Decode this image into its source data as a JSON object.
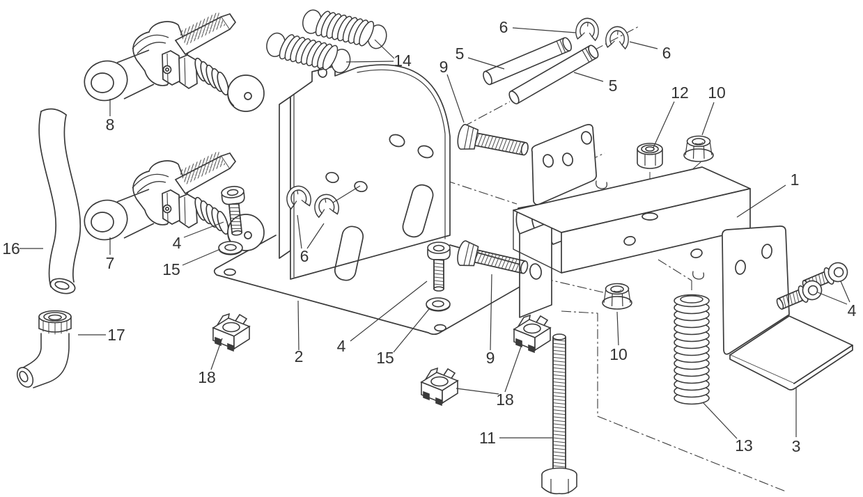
{
  "diagram": {
    "figure_type": "exploded-parts-diagram",
    "colors": {
      "line": "#3a3a3a",
      "label": "#333333",
      "background": "#ffffff"
    },
    "callouts": [
      {
        "part": "main-bracket",
        "label": "1"
      },
      {
        "part": "base-plate-bracket",
        "label": "2"
      },
      {
        "part": "l-bracket",
        "label": "3"
      },
      {
        "part": "socket-screw",
        "label": "4"
      },
      {
        "part": "socket-screw",
        "label": "4"
      },
      {
        "part": "socket-screw-pair",
        "label": "4"
      },
      {
        "part": "pin",
        "label": "5"
      },
      {
        "part": "pin",
        "label": "5"
      },
      {
        "part": "e-clip",
        "label": "6"
      },
      {
        "part": "e-clip",
        "label": "6"
      },
      {
        "part": "e-clip-pair",
        "label": "6"
      },
      {
        "part": "valve-assembly-lower",
        "label": "7"
      },
      {
        "part": "valve-assembly-upper",
        "label": "8"
      },
      {
        "part": "hex-bolt",
        "label": "9"
      },
      {
        "part": "hex-bolt",
        "label": "9"
      },
      {
        "part": "flange-nut",
        "label": "10"
      },
      {
        "part": "flange-nut",
        "label": "10"
      },
      {
        "part": "long-hex-bolt",
        "label": "11"
      },
      {
        "part": "lock-nut",
        "label": "12"
      },
      {
        "part": "compression-spring",
        "label": "13"
      },
      {
        "part": "extension-springs",
        "label": "14"
      },
      {
        "part": "washer",
        "label": "15"
      },
      {
        "part": "washer",
        "label": "15"
      },
      {
        "part": "tube",
        "label": "16"
      },
      {
        "part": "elbow-fitting",
        "label": "17"
      },
      {
        "part": "cage-nut",
        "label": "18"
      },
      {
        "part": "cage-nut-pair",
        "label": "18"
      }
    ]
  }
}
